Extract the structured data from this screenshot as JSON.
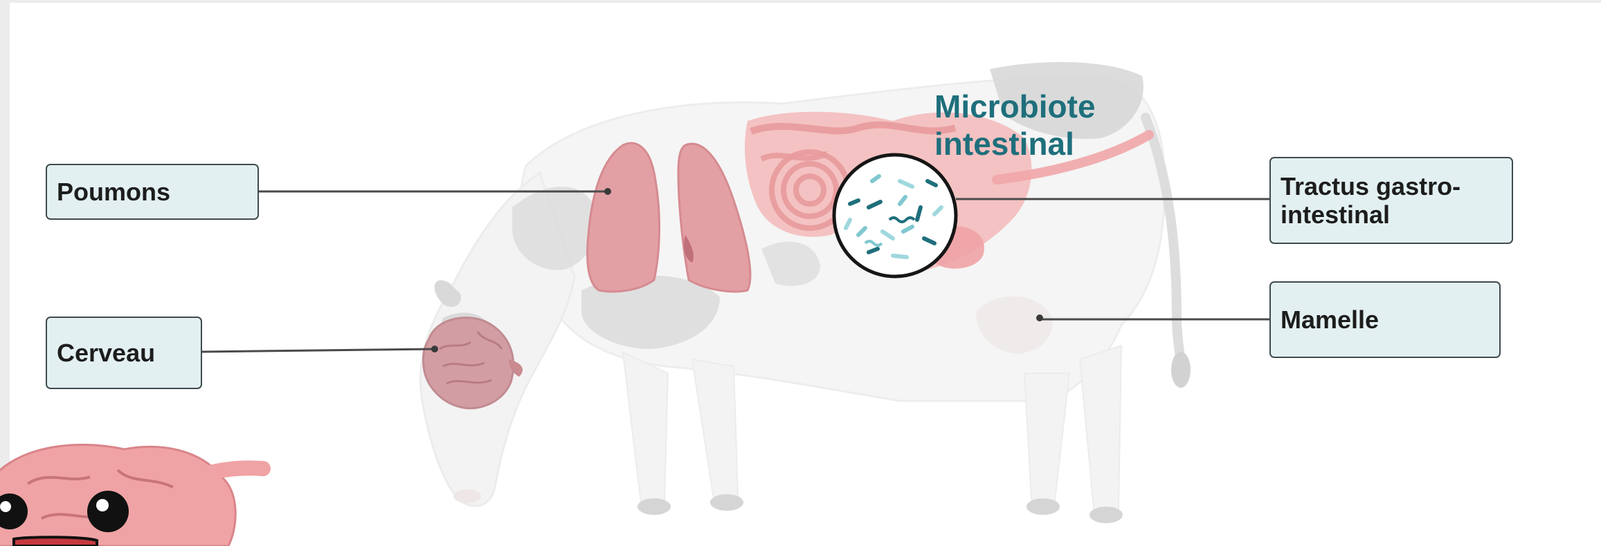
{
  "labels": {
    "lungs": "Poumons",
    "brain": "Cerveau",
    "gut_line1": "Tractus gastro-",
    "gut_line2": "intestinal",
    "udder": "Mamelle",
    "microbiota_line1": "Microbiote",
    "microbiota_line2": "intestinal"
  },
  "colors": {
    "box_fill": "#e3f0f2",
    "box_border": "#3f4a4f",
    "title_teal": "#1f6f7c",
    "organ_pink": "#e79a9f",
    "cow_white": "#f7f7f7",
    "cow_grey_patch": "#d6d6d6"
  }
}
